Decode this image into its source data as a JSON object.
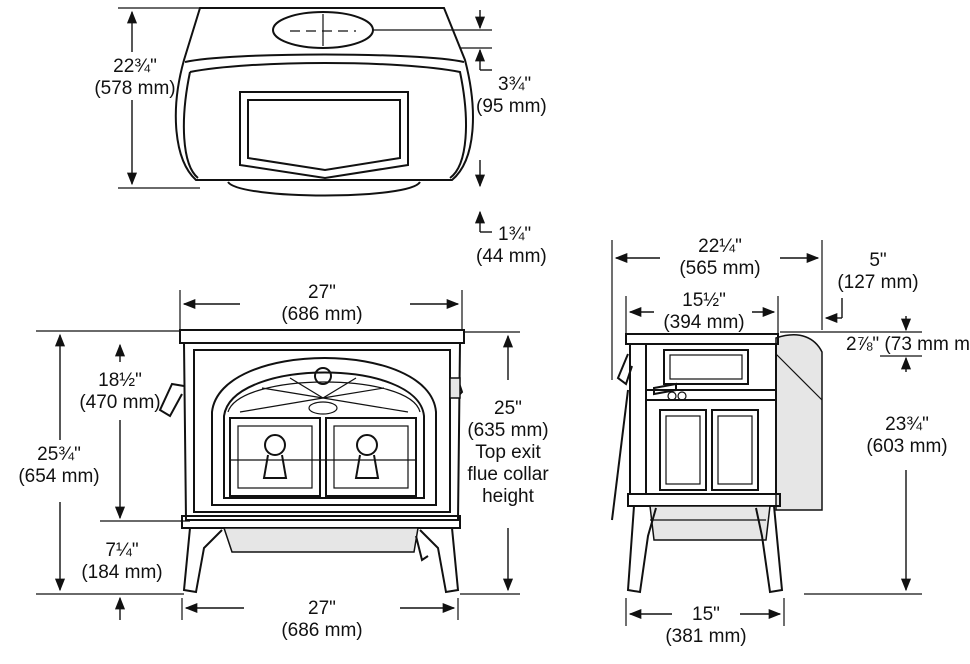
{
  "top_view": {
    "depth_in": "22¾\"",
    "depth_mm": "(578 mm)",
    "offset_in": "3¾\"",
    "offset_mm": "(95 mm)",
    "clearance_in": "1¾\"",
    "clearance_mm": "(44 mm)"
  },
  "front_view": {
    "width_top_in": "27\"",
    "width_top_mm": "(686 mm)",
    "width_bottom_in": "27\"",
    "width_bottom_mm": "(686 mm)",
    "height_in": "25¾\"",
    "height_mm": "(654 mm)",
    "upper_in": "18½\"",
    "upper_mm": "(470 mm)",
    "leg_in": "7¼\"",
    "leg_mm": "(184 mm)",
    "flue_in": "25\"",
    "flue_mm": "(635 mm)",
    "flue_caption_1": "Top exit",
    "flue_caption_2": "flue collar",
    "flue_caption_3": "height"
  },
  "side_view": {
    "depth_in": "22¼\"",
    "depth_mm": "(565 mm)",
    "inner_in": "15½\"",
    "inner_mm": "(394 mm)",
    "rear_in": "5\"",
    "rear_mm": "(127 mm)",
    "flue_offset": "2⅞\" (73 mm",
    "rear_height_in": "23¾\"",
    "rear_height_mm": "(603 mm)",
    "legs_in": "15\"",
    "legs_mm": "(381 mm)"
  }
}
